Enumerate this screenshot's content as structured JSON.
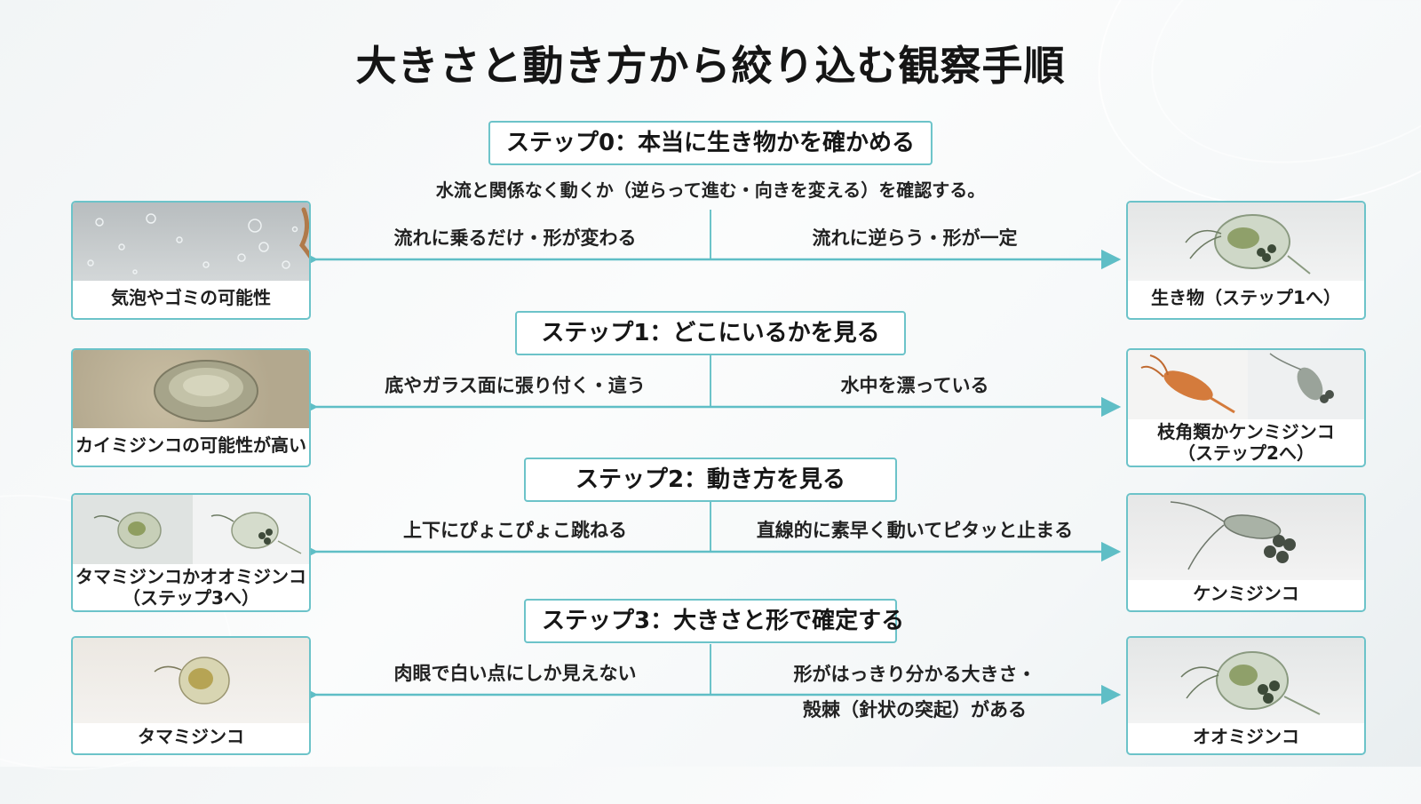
{
  "title": "大きさと動き方から絞り込む観察手順",
  "steps": [
    {
      "label": "ステップ0：本当に生き物かを確かめる",
      "description": "水流と関係なく動くか（逆らって進む・向きを変える）を確認する。",
      "left": {
        "branch": "流れに乗るだけ・形が変わる",
        "result": "気泡やゴミの可能性"
      },
      "right": {
        "branch": "流れに逆らう・形が一定",
        "result": "生き物（ステップ1へ）"
      }
    },
    {
      "label": "ステップ1：どこにいるかを見る",
      "left": {
        "branch": "底やガラス面に張り付く・這う",
        "result": "カイミジンコの可能性が高い"
      },
      "right": {
        "branch": "水中を漂っている",
        "result_lines": [
          "枝角類かケンミジンコ",
          "（ステップ2へ）"
        ]
      }
    },
    {
      "label": "ステップ2：動き方を見る",
      "left": {
        "branch": "上下にぴょこぴょこ跳ねる",
        "result_lines": [
          "タマミジンコかオオミジンコ",
          "（ステップ3へ）"
        ]
      },
      "right": {
        "branch": "直線的に素早く動いてピタッと止まる",
        "result": "ケンミジンコ"
      }
    },
    {
      "label": "ステップ3：大きさと形で確定する",
      "left": {
        "branch": "肉眼で白い点にしか見えない",
        "result": "タマミジンコ"
      },
      "right": {
        "branch_lines": [
          "形がはっきり分かる大きさ・",
          "殻棘（針状の突起）がある"
        ],
        "result": "オオミジンコ"
      }
    }
  ],
  "colors": {
    "accent": "#6cc3c9",
    "arrow": "#5fbec6"
  },
  "icons": [
    "bubble-debris-photo",
    "daphnia-photo",
    "ostracod-photo",
    "cladocera-photo",
    "copepod-photo"
  ]
}
